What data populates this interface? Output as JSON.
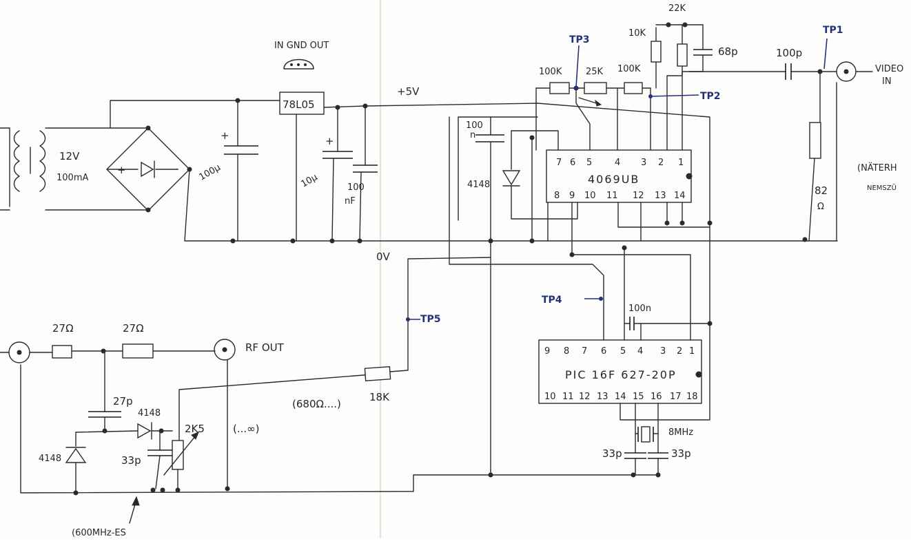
{
  "labels": {
    "in_gnd_out": "IN GND OUT",
    "regulator": "78L05",
    "plus5v": "+5V",
    "zero_v": "0V",
    "supply_v": "12V",
    "supply_i": "100mA",
    "c_bulk": "100µ",
    "c_10u": "10µ",
    "c_100n_a": "100",
    "c_100n_b": "nF",
    "c_100n_small_a": "100",
    "c_100n_small_b": "n",
    "diode_1148": "4148",
    "ic1_name": "4069UB",
    "ic1_top_pins": [
      "7",
      "6",
      "5",
      "4",
      "3",
      "2",
      "1"
    ],
    "ic1_bottom_pins": [
      "8",
      "9",
      "10",
      "11",
      "12",
      "13",
      "14"
    ],
    "ic2_name": "PIC 16F 627-20P",
    "ic2_top_pins": [
      "9",
      "8",
      "7",
      "6",
      "5",
      "4",
      "3",
      "2",
      "1"
    ],
    "ic2_bottom_pins": [
      "10",
      "11",
      "12",
      "13",
      "14",
      "15",
      "16",
      "17",
      "18"
    ],
    "r_100k_a": "100K",
    "r_25k": "25K",
    "r_100k_b": "100K",
    "r_10k": "10K",
    "r_22k": "22K",
    "c_68p": "68p",
    "c_100p": "100p",
    "tp1": "TP1",
    "tp2": "TP2",
    "tp3": "TP3",
    "tp4": "TP4",
    "tp5": "TP5",
    "video_in_a": "VIDEO",
    "video_in_b": "IN",
    "matching_note": "(NÄTERH",
    "matching_note2": "NEMSZÜ",
    "r_82": "82",
    "r_82_unit": "Ω",
    "c_100n_pic": "100n",
    "crystal": "8MHz",
    "c_33p_a": "33p",
    "c_33p_b": "33p",
    "r_27_a": "27Ω",
    "r_27_b": "27Ω",
    "rf_out": "RF OUT",
    "c_27p": "27p",
    "d_4148_a": "4148",
    "d_4148_b": "4148",
    "trim_2k5": "2K5",
    "trim_note": "(...∞)",
    "c_33p_rf": "33p",
    "r_680_note": "(680Ω....)",
    "r_18k": "18K",
    "bottom_note": "(600MHz-ES"
  }
}
